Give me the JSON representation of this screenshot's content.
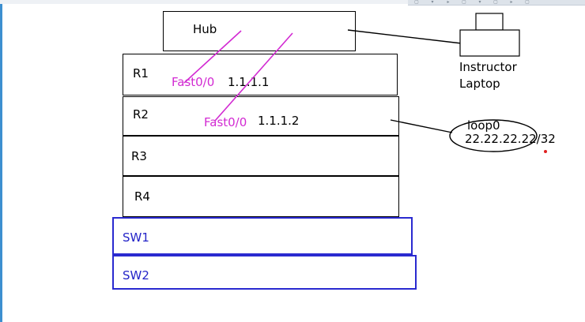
{
  "hub": {
    "label": "Hub"
  },
  "routers": [
    {
      "label": "R1",
      "interface": "Fast0/0",
      "ip": "1.1.1.1"
    },
    {
      "label": "R2",
      "interface": "Fast0/0",
      "ip": "1.1.1.2"
    },
    {
      "label": "R3"
    },
    {
      "label": "R4"
    }
  ],
  "switches": [
    {
      "label": "SW1"
    },
    {
      "label": "SW2"
    }
  ],
  "laptop": {
    "line1": "Instructor",
    "line2": "Laptop"
  },
  "loopback": {
    "name": "loop0",
    "address": "22.22.22.22/32"
  },
  "colors": {
    "outline": "#000000",
    "switch": "#2a2ad0",
    "interface_annotation": "#d22ad2",
    "marker": "#e02020"
  },
  "icons": [
    "laptop-icon",
    "window-toolbar"
  ]
}
